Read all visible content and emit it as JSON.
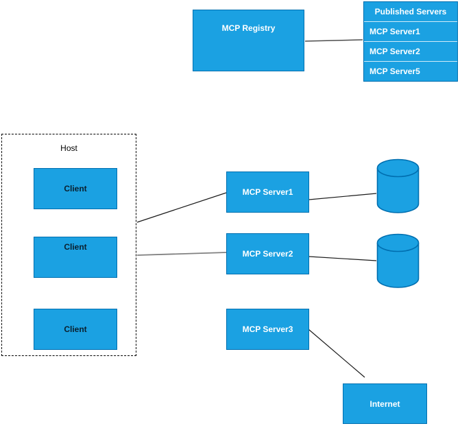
{
  "registry": {
    "label": "MCP Registry"
  },
  "table": {
    "header": "Published Servers",
    "rows": [
      "MCP Server1",
      "MCP Server2",
      "MCP Server5"
    ]
  },
  "host": {
    "label": "Host",
    "clients": [
      "Client",
      "Client",
      "Client"
    ]
  },
  "servers": {
    "s1": "MCP Server1",
    "s2": "MCP Server2",
    "s3": "MCP Server3"
  },
  "internet": {
    "label": "Internet"
  },
  "icons": {
    "database": "database-cylinder"
  },
  "edges": [
    {
      "from": "MCP Registry",
      "to": "Published Servers"
    },
    {
      "from": "Host",
      "to": "MCP Server1"
    },
    {
      "from": "Host",
      "to": "MCP Server2"
    },
    {
      "from": "MCP Server1",
      "to": "database-1"
    },
    {
      "from": "MCP Server2",
      "to": "database-2"
    },
    {
      "from": "MCP Server3",
      "to": "Internet"
    }
  ],
  "colors": {
    "node_fill": "#1ba1e2",
    "node_stroke": "#006eaf",
    "label_on_blue": "#ffffff",
    "label_dark": "#000000",
    "connector_dark": "#1a1a1a",
    "connector_gray": "#808080"
  }
}
